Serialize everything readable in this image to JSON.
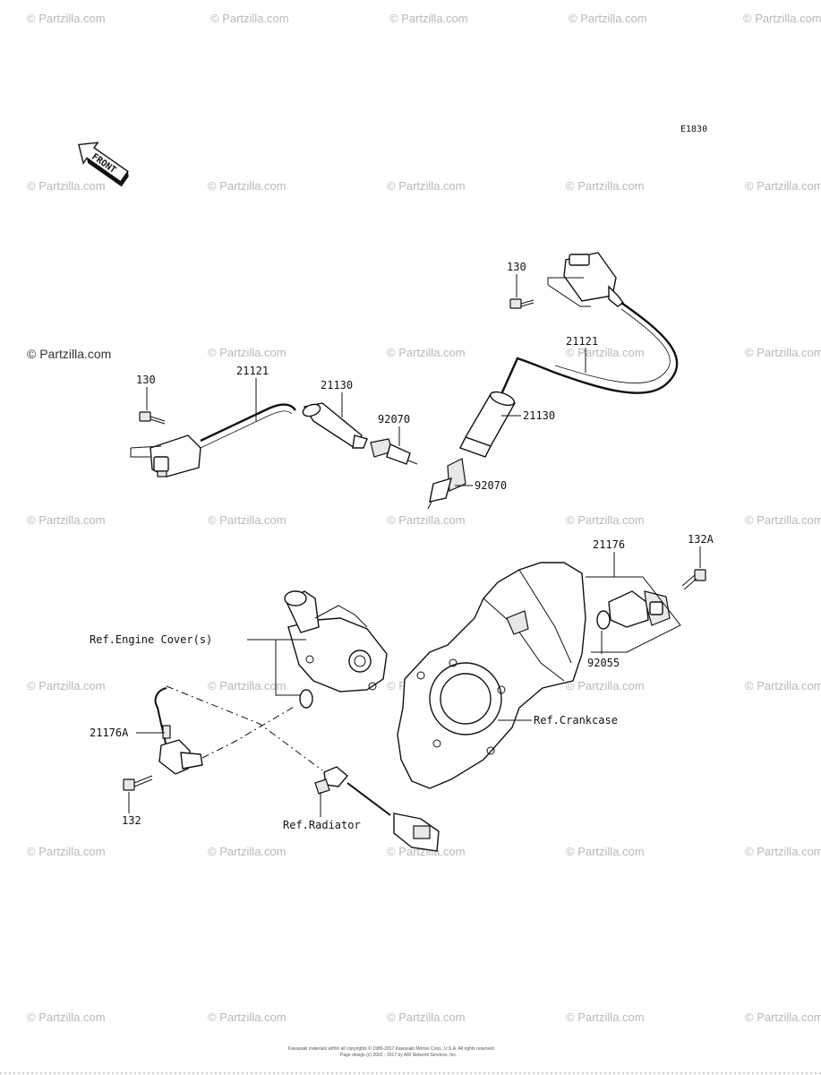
{
  "diagram_code": "E1830",
  "front_label": "FRONT",
  "watermark": "© Partzilla.com",
  "part_labels": {
    "bolt_130_right": "130",
    "cable_21121_right": "21121",
    "cap_21130_right": "21130",
    "plug_92070_right": "92070",
    "bolt_130_left": "130",
    "cable_21121_left": "21121",
    "cap_21130_left": "21130",
    "plug_92070_left": "92070",
    "sensor_21176": "21176",
    "bolt_132A": "132A",
    "oring_92055": "92055",
    "ref_engine_cover": "Ref.Engine Cover(s)",
    "ref_crankcase": "Ref.Crankcase",
    "sensor_21176A": "21176A",
    "bolt_132": "132",
    "ref_radiator": "Ref.Radiator"
  },
  "copyright_line1": "Kawasaki materials within all copyrights © 1985-2017 Kawasaki Motors Corp., U.S.A. All rights reserved.",
  "copyright_line2": "Page design (c) 2002 - 2017 by ARI Network Services, Inc."
}
